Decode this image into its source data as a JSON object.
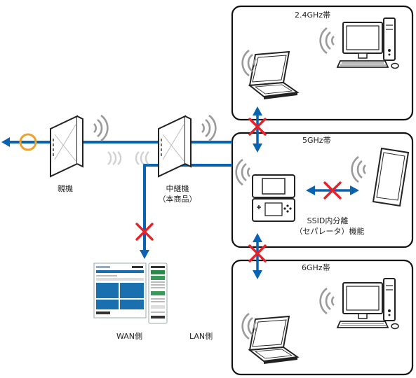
{
  "labels": {
    "band_24": "2.4GHz帯",
    "band_5": "5GHz帯",
    "band_6": "6GHz帯",
    "parent": "親機",
    "repeater_line1": "中継機",
    "repeater_line2": "（本商品）",
    "ssid_line1": "SSID内分離",
    "ssid_line2": "（セパレータ）機能",
    "wan": "WAN側",
    "lan": "LAN側"
  },
  "colors": {
    "link": "#0a63b0",
    "blocked": "#e8202a",
    "port_ring": "#f0a028",
    "box_border": "#111111",
    "wifi": "#9a9a9a"
  }
}
